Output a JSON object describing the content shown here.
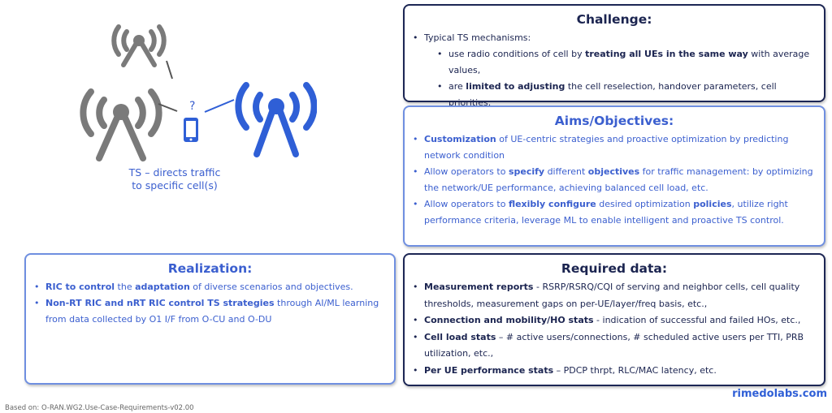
{
  "figure": {
    "question": "?",
    "caption_line1": "TS – directs traffic",
    "caption_line2": "to specific cell(s)"
  },
  "challenge": {
    "title": "Challenge:",
    "intro": "Typical TS mechanisms:",
    "b1": {
      "t1": "use radio conditions of cell by ",
      "bold": "treating all UEs in the same way",
      "t2": " with average values,"
    },
    "b2": {
      "t1": "are ",
      "bold": "limited to adjusting",
      "t2": " the cell reselection, handover parameters, cell priorities."
    }
  },
  "aims": {
    "title": "Aims/Objectives:",
    "b1": {
      "bold": "Customization",
      "t1": " of UE-centric strategies and proactive optimization by predicting network condition"
    },
    "b2": {
      "t1": "Allow operators to ",
      "bold1": "specify",
      "t2": " different ",
      "bold2": "objectives",
      "t3": " for traffic management: by optimizing the network/UE performance, achieving balanced cell load, etc."
    },
    "b3": {
      "t1": "Allow operators to ",
      "bold1": "flexibly configure",
      "t2": " desired optimization ",
      "bold2": "policies",
      "t3": ", utilize right performance criteria, leverage ML to enable intelligent and proactive TS control."
    }
  },
  "realization": {
    "title": "Realization:",
    "b1": {
      "bold1": "RIC to control",
      "t1": " the ",
      "bold2": "adaptation",
      "t2": " of diverse scenarios and objectives."
    },
    "b2": {
      "bold": "Non-RT RIC and nRT RIC control TS strategies",
      "t1": " through AI/ML learning from data collected by O1 I/F from O-CU and O-DU"
    }
  },
  "required": {
    "title": "Required data:",
    "items": [
      {
        "bold": "Measurement reports",
        "text": " - RSRP/RSRQ/CQI of serving and neighbor cells, cell quality thresholds, measurement gaps on per-UE/layer/freq basis, etc.,"
      },
      {
        "bold": "Connection and mobility/HO stats",
        "text": " - indication of successful and failed HOs, etc.,"
      },
      {
        "bold": "Cell load stats",
        "text": " – # active users/connections, # scheduled active users per TTI, PRB utilization, etc.,"
      },
      {
        "bold": "Per UE performance stats",
        "text": " – PDCP thrpt, RLC/MAC latency, etc."
      }
    ]
  },
  "footer": {
    "site": "rimedolabs.com",
    "source": "Based on: O-RAN.WG2.Use-Case-Requirements-v02.00"
  },
  "colors": {
    "navy": "#1b2450",
    "blue": "#3b5fcf",
    "gray": "#7a7a7a"
  }
}
